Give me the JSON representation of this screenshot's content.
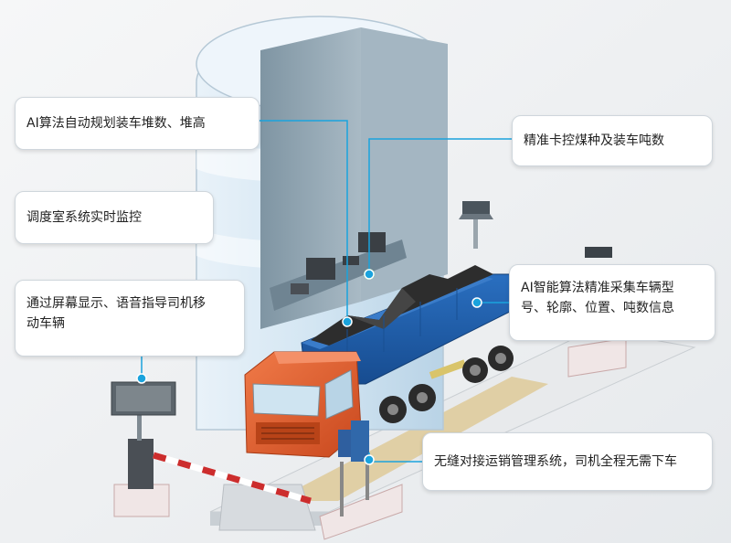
{
  "callouts": {
    "ai_planning": "AI算法自动规划装车堆数、堆高",
    "precise_control": "精准卡控煤种及装车吨数",
    "dispatch_monitor": "调度室系统实时监控",
    "screen_voice_guide": "通过屏幕显示、语音指导司机移\n动车辆",
    "ai_vehicle_capture": "AI智能算法精准采集车辆型\n号、轮廓、位置、吨数信息",
    "seamless_integration": "无缝对接运销管理系统，司机全程无需下车"
  },
  "colors": {
    "connector": "#1aa3dd",
    "truck_cab": "#e4622f",
    "trailer": "#1f5fae",
    "coal": "#2d2d2d",
    "silo": "#cfe2f0",
    "tower": "#8fa4b2"
  }
}
